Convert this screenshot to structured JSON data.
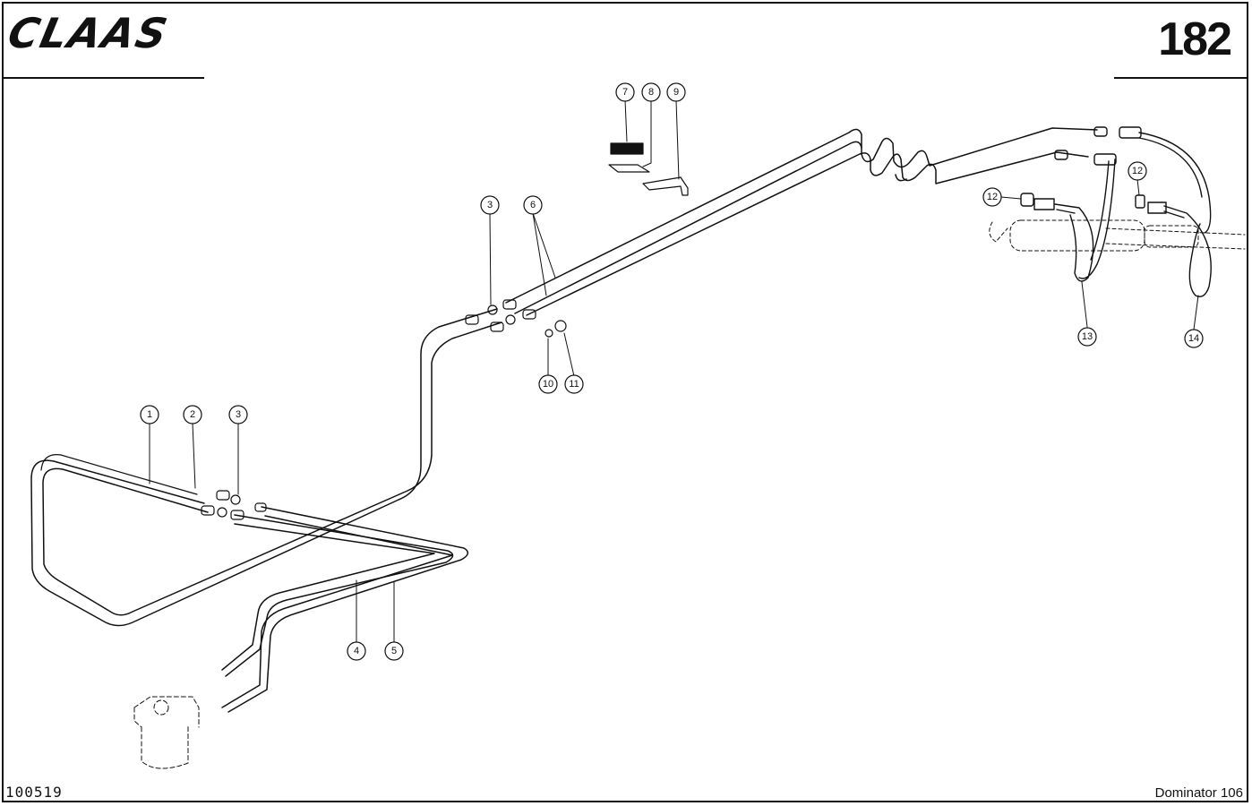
{
  "header": {
    "brand": "CLAAS",
    "page_number": "182"
  },
  "footer": {
    "drawing_number": "100519",
    "model": "Dominator 106"
  },
  "callouts": {
    "c1": "1",
    "c2": "2",
    "c3a": "3",
    "c3b": "3",
    "c4": "4",
    "c5": "5",
    "c6": "6",
    "c7": "7",
    "c8": "8",
    "c9": "9",
    "c10": "10",
    "c11": "11",
    "c12a": "12",
    "c12b": "12",
    "c13": "13",
    "c14": "14"
  }
}
